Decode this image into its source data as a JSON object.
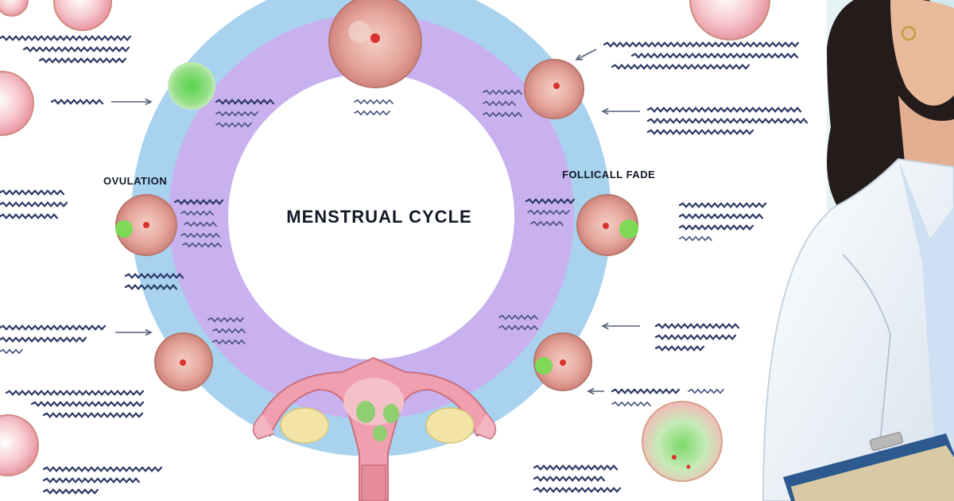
{
  "diagram": {
    "title": "MENSTRUAL CYCLE",
    "labels": {
      "ovulation": "OVULATION",
      "follicular_phase": "FOLLICALL FADE"
    }
  },
  "colors": {
    "outer_ring": "#a9d2ef",
    "inner_ring": "#c9b1ef",
    "cell_pink": "#e9b3ad",
    "cell_red": "#d8332f",
    "cell_green": "#7ed957",
    "uterus_pink": "#ef9fae",
    "ovary_yellow": "#f2e4a6",
    "coat": "#eef3f8",
    "clipboard": "#2c5a8f"
  }
}
